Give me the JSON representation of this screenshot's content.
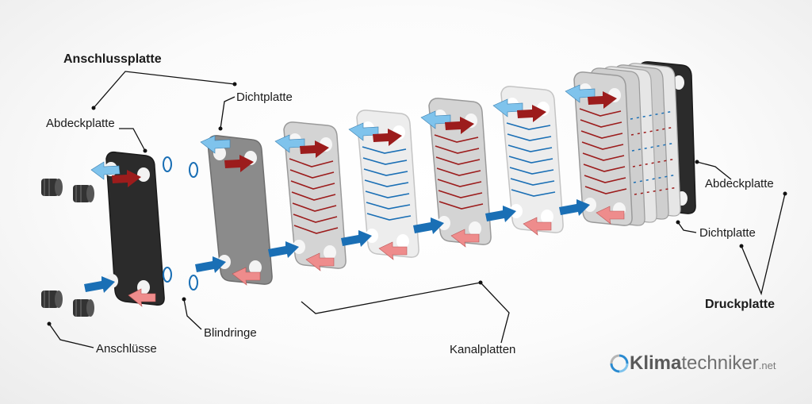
{
  "labels": {
    "anschlussplatte": "Anschlussplatte",
    "abdeckplatte_left": "Abdeckplatte",
    "dichtplatte_top": "Dichtplatte",
    "anschluesse": "Anschlüsse",
    "blindringe": "Blindringe",
    "kanalplatten": "Kanalplatten",
    "abdeckplatte_right": "Abdeckplatte",
    "dichtplatte_right": "Dichtplatte",
    "druckplatte": "Druckplatte"
  },
  "logo": {
    "brand": "Klima",
    "rest": "techniker",
    "tld": ".net"
  },
  "colors": {
    "hot": "#9c1c1c",
    "warm": "#ee8c8c",
    "cold": "#1a6fb5",
    "cool": "#7fc3ec",
    "dark_plate": "#2b2b2b",
    "gray_plate": "#8b8b8b",
    "channel_plate": "#d4d4d4",
    "light_plate": "#ededed"
  }
}
